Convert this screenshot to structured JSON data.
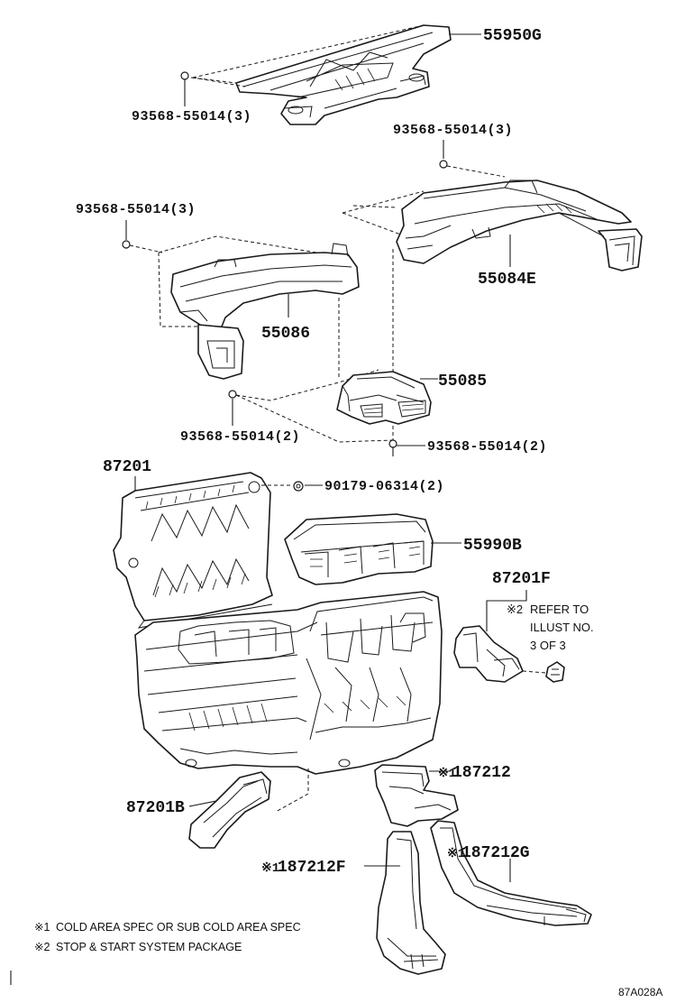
{
  "parts": {
    "duct_top": "55950G",
    "bolt_top": "93568-55014(3)",
    "bolt_right": "93568-55014(3)",
    "bolt_left": "93568-55014(3)",
    "duct_right": "55084E",
    "duct_left": "55086",
    "duct_center": "55085",
    "bolt_center_left": "93568-55014(2)",
    "bolt_center_right": "93568-55014(2)",
    "heater_unit": "87201",
    "clip": "90179-06314(2)",
    "duct_register": "55990B",
    "aux_part": "87201F",
    "duct_rear": "87201B",
    "floor_duct_1": "187212",
    "floor_duct_2": "187212F",
    "floor_duct_3": "187212G"
  },
  "marks": {
    "note1_mark": "※1",
    "note2_mark": "※2"
  },
  "refer_note": {
    "line1": "REFER TO",
    "line2": "ILLUST NO.",
    "line3": "3 OF 3"
  },
  "footnotes": {
    "note1": "COLD AREA SPEC OR SUB COLD AREA SPEC",
    "note2": "STOP & START SYSTEM PACKAGE"
  },
  "illustration_code": "87A028A"
}
